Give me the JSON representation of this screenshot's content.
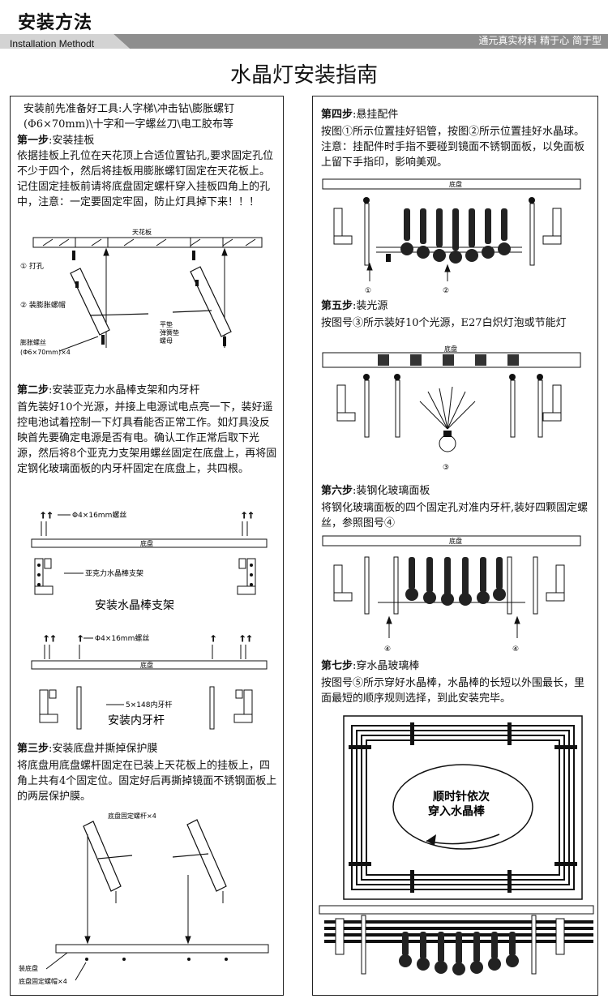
{
  "header": {
    "title": "安装方法",
    "subtitle": "Installation Methodt",
    "slogan": "通元真实材料  精于心  简于型"
  },
  "guide_title": "水晶灯安装指南",
  "left": {
    "intro": "安装前先准备好工具:人字梯\\冲击钻\\膨胀螺钉(Φ6×70mm)\\十字和一字螺丝刀\\电工胶布等",
    "step1": {
      "head": "第一步",
      "title": ":安装挂板",
      "body": "依据挂板上孔位在天花顶上合适位置钻孔,要求固定孔位不少于四个，然后将挂板用膨胀螺钉固定在天花板上。记住固定挂板前请将底盘固定螺杆穿入挂板四角上的孔中，注意：一定要固定牢固，防止灯具掉下来！！！",
      "label_ceiling": "天花板",
      "label_drill": "① 打孔",
      "label_anchor": "② 装膨胀螺帽",
      "label_bolt1": "膨胀螺丝",
      "label_bolt2": "(Φ6×70mm)×4",
      "label_w1": "平垫",
      "label_w2": "弹簧垫",
      "label_w3": "螺母"
    },
    "step2": {
      "head": "第二步",
      "title": ":安装亚克力水晶棒支架和内牙杆",
      "body": "首先装好10个光源，并接上电源试电点亮一下，装好遥控电池试着控制一下灯具看能否正常工作。如灯具没反映首先要确定电源是否有电。确认工作正常后取下光源，然后将8个亚克力支架用螺丝固定在底盘上，再将固定钢化玻璃面板的内牙杆固定在底盘上，共四根。",
      "screw1": "Φ4×16mm螺丝",
      "base1": "底盘",
      "bracket": "亚克力水晶棒支架",
      "caption1": "安装水晶棒支架",
      "screw2": "Φ4×16mm螺丝",
      "base2": "底盘",
      "rod": "5×148内牙杆",
      "caption2": "安装内牙杆"
    },
    "step3": {
      "head": "第三步",
      "title": ":安装底盘并撕掉保护膜",
      "body": "将底盘用底盘螺杆固定在已装上天花板上的挂板上，四角上共有4个固定位。固定好后再撕掉镜面不锈钢面板上的两层保护膜。",
      "label_top": "底盘固定螺杆×4",
      "label_mount": "装底盘",
      "label_nut": "底盘固定螺帽×4"
    }
  },
  "right": {
    "step4": {
      "head": "第四步",
      "title": ":悬挂配件",
      "body": "按图①所示位置挂好铝管，按图②所示位置挂好水晶球。注意：挂配件时手指不要碰到镜面不锈钢面板，以免面板上留下手指印，影响美观。",
      "base": "底盘",
      "m1": "①",
      "m2": "②"
    },
    "step5": {
      "head": "第五步",
      "title": ":装光源",
      "body": "按图号③所示装好10个光源，E27白炽灯泡或节能灯",
      "base": "底盘",
      "m3": "③"
    },
    "step6": {
      "head": "第六步",
      "title": ":装钢化玻璃面板",
      "body": "将钢化玻璃面板的四个固定孔对准内牙杆,装好四颗固定螺丝，参照图号④",
      "base": "底盘",
      "m4a": "④",
      "m4b": "④"
    },
    "step7": {
      "head": "第七步",
      "title": ":穿水晶玻璃棒",
      "body": "按图号⑤所示穿好水晶棒，水晶棒的长短以外围最长，里面最短的顺序规则选择，到此安装完毕。",
      "arrow1": "顺时针依次",
      "arrow2": "穿入水晶棒"
    }
  },
  "colors": {
    "bar": "#8e8e8e",
    "bar_light": "#d0d0d0",
    "line": "#111111"
  }
}
